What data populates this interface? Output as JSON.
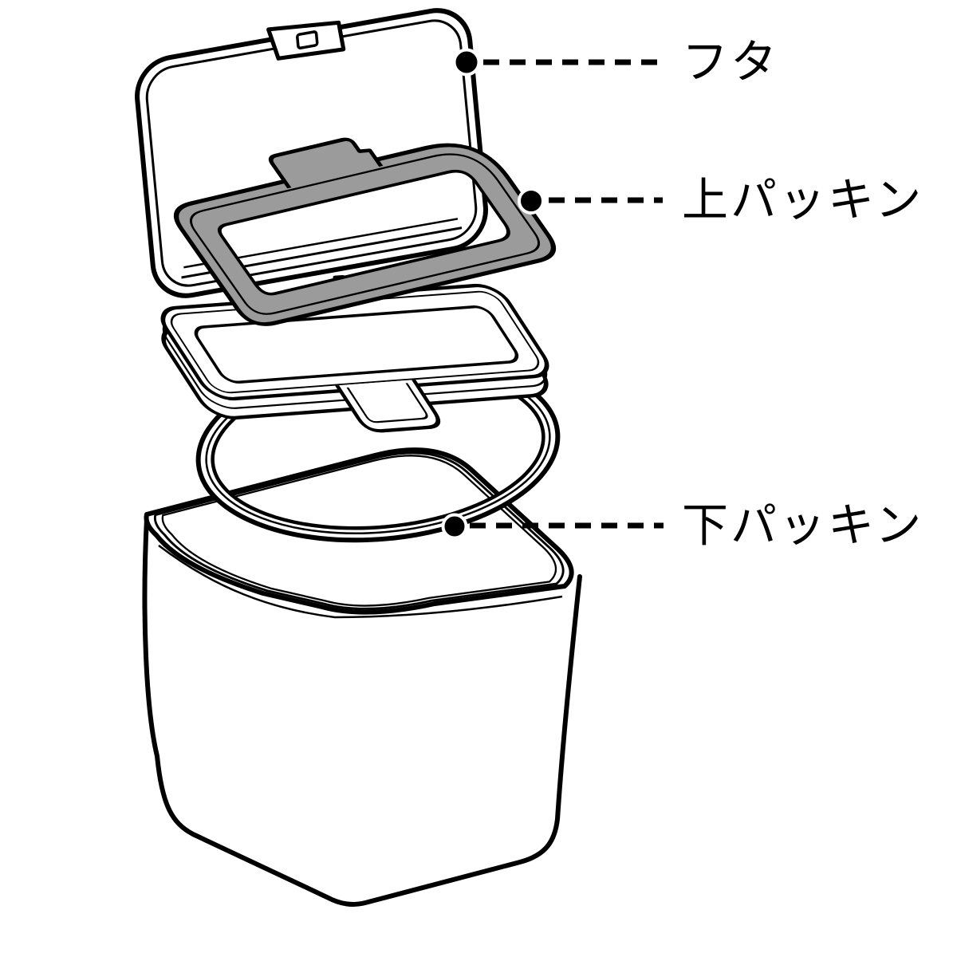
{
  "diagram": {
    "description": "Exploded parts diagram of a storage container lid assembly",
    "background_color": "#ffffff",
    "line_color": "#000000",
    "upper_gasket_fill": "#9b9b9b",
    "parts": [
      {
        "id": "lid",
        "label": "フタ"
      },
      {
        "id": "upper-gasket",
        "label": "上パッキン"
      },
      {
        "id": "lower-gasket",
        "label": "下パッキン"
      }
    ]
  }
}
